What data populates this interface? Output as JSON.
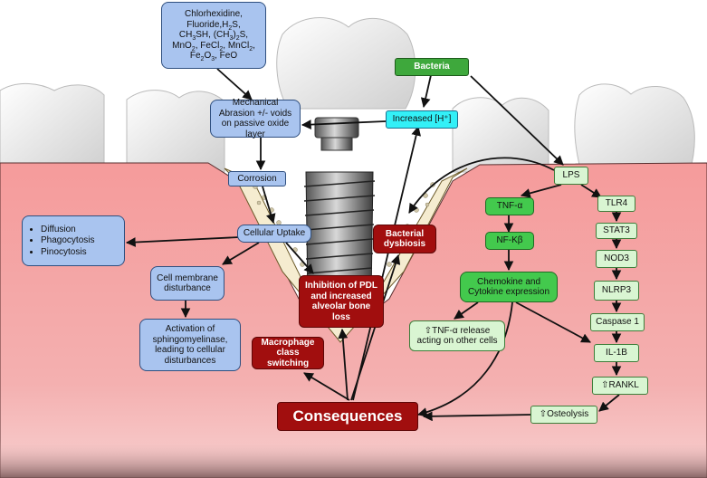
{
  "colors": {
    "gum": "#f19a9a",
    "gum_light": "#f7c9c9",
    "tooth": "#f3f3f3",
    "blue_box": "#a9c4ef",
    "cyan_box": "#33f0f7",
    "light_green_box": "#d9f5d2",
    "green_box": "#43c94d",
    "dark_green_box": "#3ea83c",
    "red_box": "#a10e0e"
  },
  "icons": [
    "arrow-icon",
    "up-arrow-icon"
  ],
  "boxes": {
    "chemicals": {
      "line1": "Chlorhexidine,",
      "line2_a": "Fluoride,H",
      "line2_sub1": "2",
      "line2_b": "S,",
      "line3_a": "CH",
      "line3_sub1": "3",
      "line3_b": "SH, (CH",
      "line3_sub2": "3",
      "line3_c": ")",
      "line3_sub3": "2",
      "line3_d": "S,",
      "line4_a": "MnO",
      "line4_sub1": "2",
      "line4_b": ", FeCl",
      "line4_sub2": "2",
      "line4_c": ", MnCl",
      "line4_sub3": "2",
      "line4_d": ",",
      "line5_a": "Fe",
      "line5_sub1": "2",
      "line5_b": "O",
      "line5_sub2": "3",
      "line5_c": ", FeO"
    },
    "mechanical": "Mechanical Abrasion +/- voids on passive oxide layer",
    "corrosion": "Corrosion",
    "cellular_uptake": "Cellular Uptake",
    "uptake_list": [
      "Diffusion",
      "Phagocytosis",
      "Pinocytosis"
    ],
    "cell_membrane": "Cell membrane disturbance",
    "activation": "Activation of sphingomyelinase, leading to cellular disturbances",
    "bacteria": "Bacteria",
    "increased_h": "Increased [H⁺]",
    "lps": "LPS",
    "tnf": "TNF-α",
    "nfkb": "NF-Kβ",
    "chemokine": "Chemokine and Cytokine expression",
    "tnf_release": "TNF-α release acting on other cells",
    "tlr4": "TLR4",
    "stat3": "STAT3",
    "nod3": "NOD3",
    "nlrp3": "NLRP3",
    "caspase": "Caspase 1",
    "il1b": "IL-1B",
    "rankl": "RANKL",
    "osteolysis": "Osteolysis",
    "bacterial_dysbiosis": "Bacterial dysbiosis",
    "inhibition": "Inhibition of PDL and increased alveolar bone loss",
    "macrophage": "Macrophage class switching",
    "consequences": "Consequences"
  },
  "up_arrow_glyph": "⇧"
}
